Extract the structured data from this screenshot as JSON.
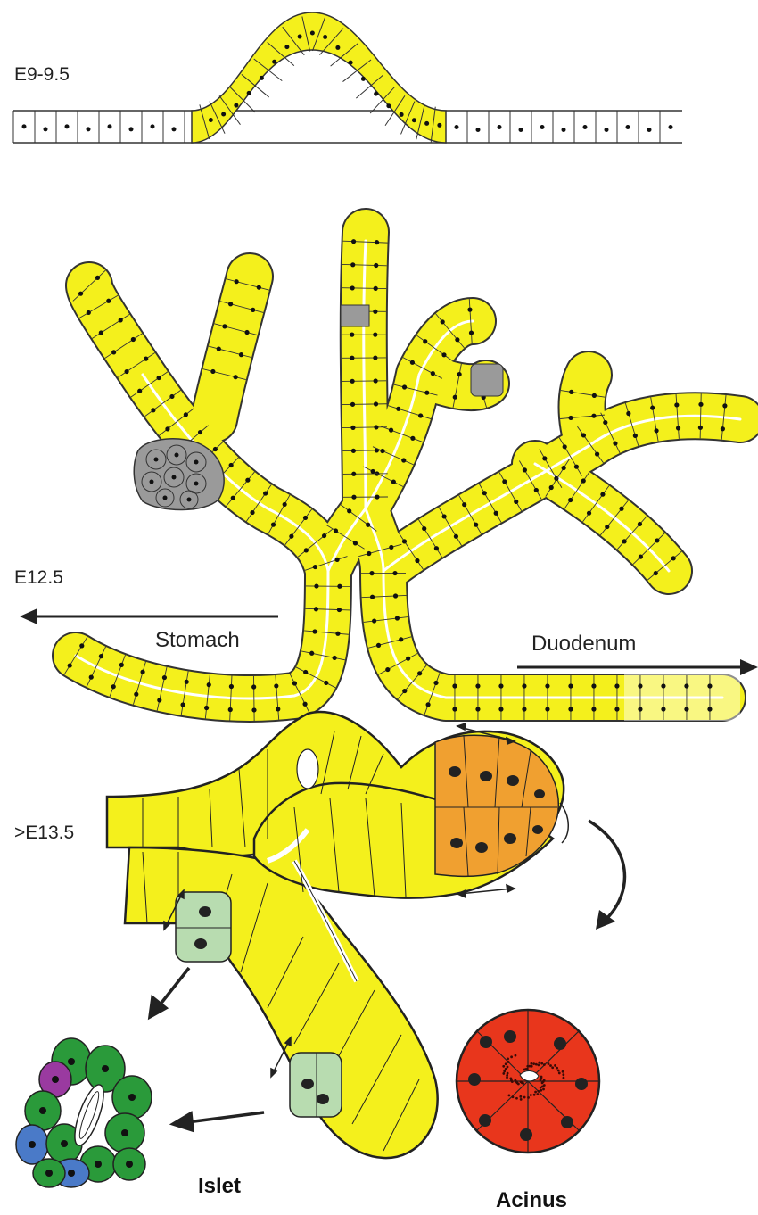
{
  "stages": {
    "stage1": "E9-9.5",
    "stage2": "E12.5",
    "stage3": ">E13.5"
  },
  "directions": {
    "stomach": "Stomach",
    "duodenum": "Duodenum"
  },
  "structures": {
    "islet": "Islet",
    "acinus": "Acinus"
  },
  "colors": {
    "epithelium": "#f4f01c",
    "tip_cells": "#f0a030",
    "endocrine_progenitor": "#b8dcb0",
    "endocrine_delaminated": "#9a9a9a",
    "acinus": "#e8361c",
    "islet_green": "#2a9a3a",
    "islet_purple": "#9a3aa0",
    "islet_blue": "#4a7ac8",
    "nucleus": "#111111"
  }
}
